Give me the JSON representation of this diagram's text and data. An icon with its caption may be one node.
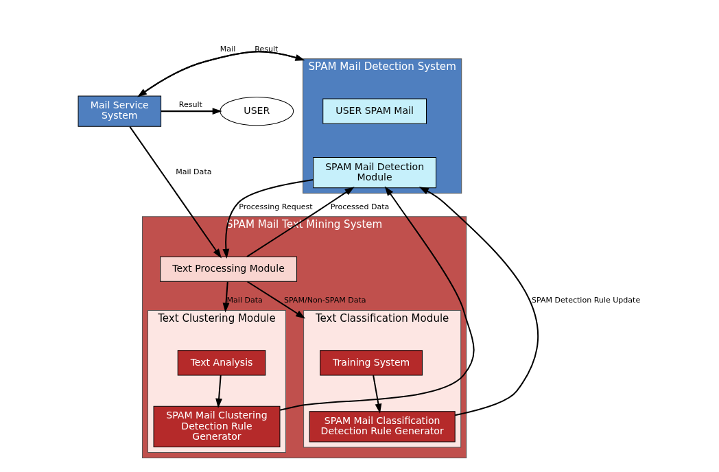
{
  "diagram": {
    "nodes": [
      {
        "text": [
          "USER"
        ]
      },
      {
        "text": [
          "Mail Service System"
        ]
      },
      {
        "text": [
          "SPAM Mail Detection System"
        ]
      },
      {
        "text": [
          "USER SPAM Mail"
        ],
        "in": 2
      },
      {
        "text": [
          "SPAM Mail Detection Module"
        ],
        "in": 2
      },
      {
        "text": [
          "SPAM Mail Text Mining System"
        ]
      },
      {
        "text": [
          "Text Processing Module"
        ],
        "in": 5
      },
      {
        "text": [
          "Text Clustering Module"
        ],
        "in": 5
      },
      {
        "text": [
          "Text Analysis"
        ],
        "in": 7
      },
      {
        "text": [
          "SPAM Mail Clustering Detection Rule Generator"
        ],
        "in": 7
      },
      {
        "text": [
          "Text Classification Module"
        ],
        "in": 5
      },
      {
        "text": [
          "Training System"
        ],
        "in": 10
      },
      {
        "text": [
          "SPAM Mail Classification Detection Rule Generator"
        ],
        "in": 10
      }
    ],
    "edges": [
      {
        "from": 1,
        "to": 0,
        "arrow": "to",
        "label": "Result"
      },
      {
        "from": 1,
        "to": 2,
        "arrow": "to",
        "label": "Mail"
      },
      {
        "from": 2,
        "to": 1,
        "arrow": "to",
        "label": "Result"
      },
      {
        "from": 1,
        "to": 6,
        "arrow": "to",
        "label": "Mail Data"
      },
      {
        "from": 4,
        "to": 6,
        "arrow": "to",
        "label": "Processing Request"
      },
      {
        "from": 6,
        "to": 4,
        "arrow": "to",
        "label": "Processed Data"
      },
      {
        "from": 6,
        "to": 7,
        "arrow": "to",
        "label": "Mail Data"
      },
      {
        "from": 6,
        "to": 10,
        "arrow": "to",
        "label": "SPAM/Non-SPAM Data"
      },
      {
        "from": 8,
        "to": 9,
        "arrow": "to"
      },
      {
        "from": 11,
        "to": 12,
        "arrow": "to"
      },
      {
        "from": 9,
        "to": 4,
        "arrow": "to"
      },
      {
        "from": 12,
        "to": 4,
        "arrow": "to",
        "label": "SPAM Detection Rule Update"
      }
    ]
  }
}
